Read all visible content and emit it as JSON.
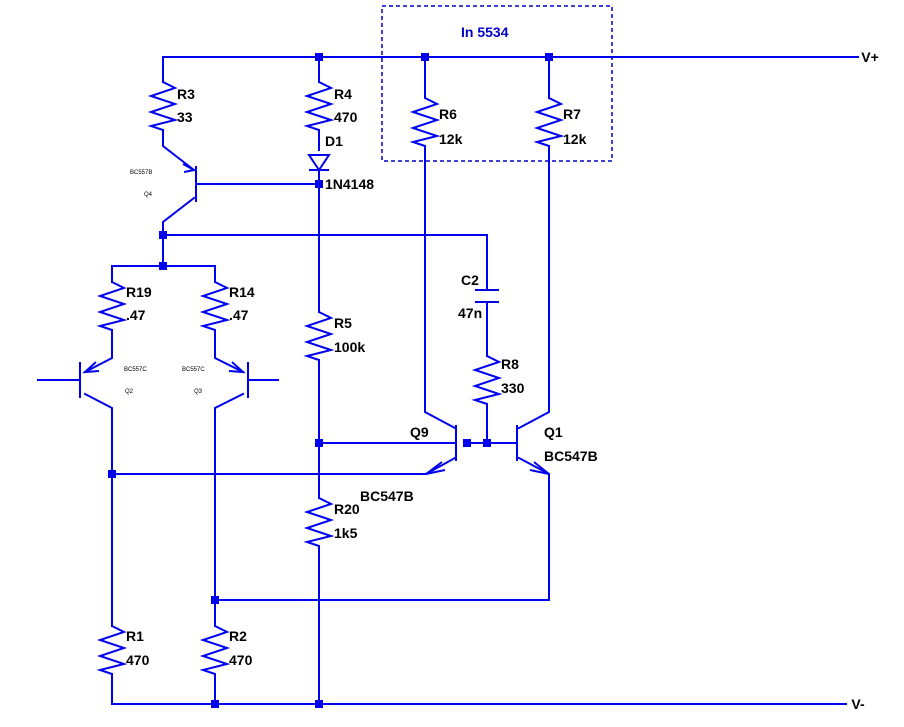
{
  "rails": {
    "vplus": "V+",
    "vminus": "V-"
  },
  "subcircuit_title": "In 5534",
  "resistors": {
    "R3": {
      "ref": "R3",
      "value": "33"
    },
    "R4": {
      "ref": "R4",
      "value": "470"
    },
    "R6": {
      "ref": "R6",
      "value": "12k"
    },
    "R7": {
      "ref": "R7",
      "value": "12k"
    },
    "R19": {
      "ref": "R19",
      "value": ".47"
    },
    "R14": {
      "ref": "R14",
      "value": ".47"
    },
    "R5": {
      "ref": "R5",
      "value": "100k"
    },
    "R8": {
      "ref": "R8",
      "value": "330"
    },
    "R20": {
      "ref": "R20",
      "value": "1k5"
    },
    "R1": {
      "ref": "R1",
      "value": "470"
    },
    "R2": {
      "ref": "R2",
      "value": "470"
    }
  },
  "capacitors": {
    "C2": {
      "ref": "C2",
      "value": "47n"
    }
  },
  "diodes": {
    "D1": {
      "ref": "D1",
      "value": "1N4148"
    }
  },
  "transistors": {
    "Q4": {
      "ref": "Q4",
      "model": "BC557B"
    },
    "Q2": {
      "ref": "Q2",
      "model": "BC557C"
    },
    "Q3": {
      "ref": "Q3",
      "model": "BC557C"
    },
    "Q9": {
      "ref": "Q9",
      "model": "BC547B"
    },
    "Q1": {
      "ref": "Q1",
      "model": "BC547B"
    }
  }
}
